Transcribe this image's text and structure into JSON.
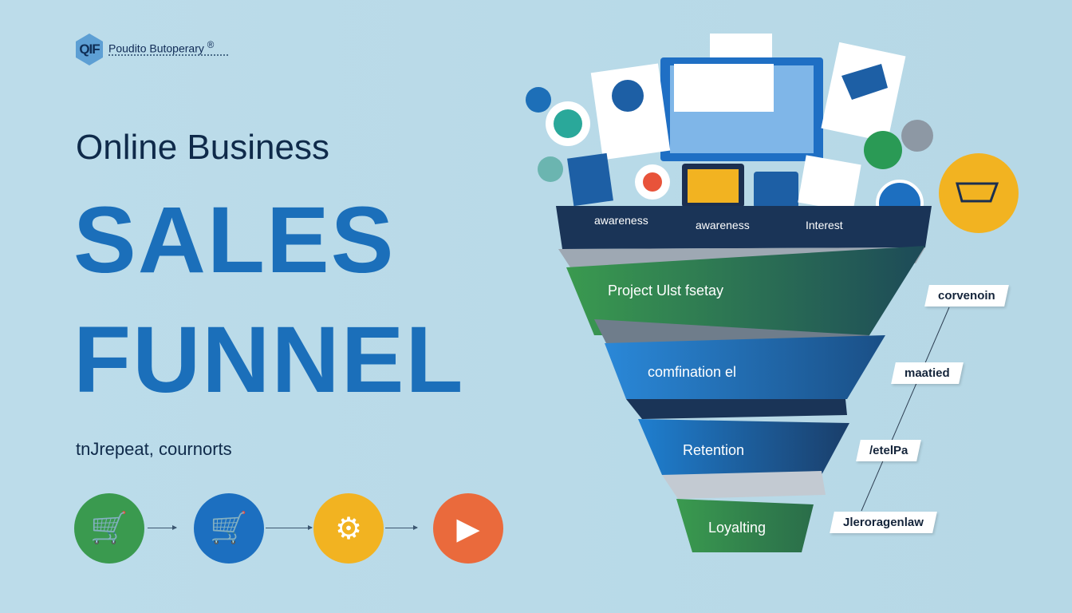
{
  "brand": {
    "logo_text": "QIF",
    "name": "Poudito Butoperary",
    "mark": "®"
  },
  "title": {
    "line1": "Online Business",
    "line2": "SALES",
    "line3": "FUNNEL"
  },
  "tagline": "tnJrepeat, cournorts",
  "step_icons": [
    {
      "icon": "shopping-cart-icon",
      "color": "#3a9a4f"
    },
    {
      "icon": "shopping-cart-icon",
      "color": "#1c6fc0"
    },
    {
      "icon": "gear-icon",
      "color": "#f2b321"
    },
    {
      "icon": "video-play-icon",
      "color": "#ea6a3c"
    }
  ],
  "funnel": {
    "top_labels": [
      "awareness",
      "awareness",
      "Interest"
    ],
    "stages": [
      "Project Ulst fsetay",
      "comfination el",
      "Retention",
      "Loyalting"
    ]
  },
  "side_labels": [
    "corvenoin",
    "maatied",
    "/etelPa",
    "Jleroragenlaw"
  ],
  "colors": {
    "navy": "#1a3457",
    "blue": "#1b6fba",
    "green": "#3a9a4f",
    "background": "#b9dbe8"
  }
}
